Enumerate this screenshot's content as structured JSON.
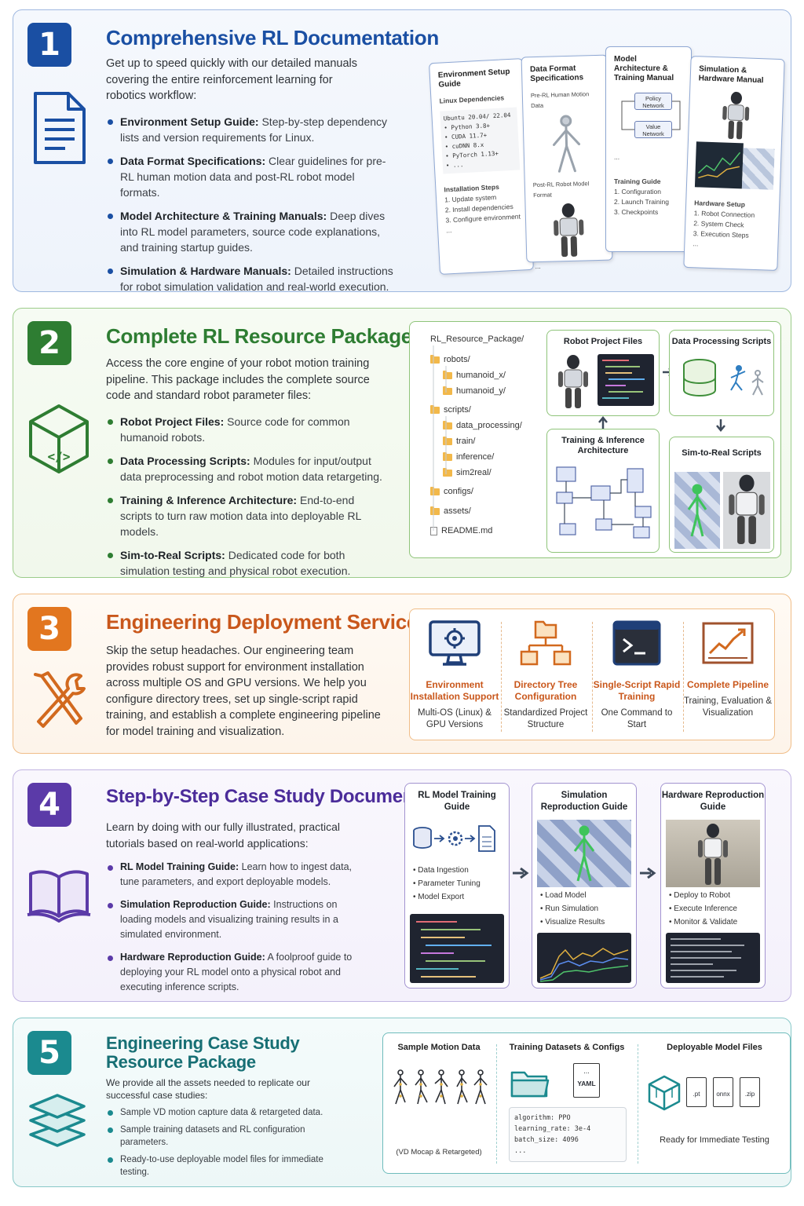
{
  "colors": {
    "s1": "#1a4fa3",
    "s2": "#2e7d32",
    "s3": "#e2761f",
    "s4": "#5b3aa8",
    "s5": "#1b8a8f"
  },
  "s1": {
    "num": "1",
    "title": "Comprehensive RL Documentation",
    "intro": "Get up to speed quickly with our detailed manuals covering the entire reinforcement learning for robotics workflow:",
    "bullets": [
      {
        "b": "Environment Setup Guide:",
        "t": " Step-by-step dependency lists and version requirements for Linux."
      },
      {
        "b": "Data Format Specifications:",
        "t": " Clear guidelines for pre-RL human motion data and post-RL robot model formats."
      },
      {
        "b": "Model Architecture & Training Manuals:",
        "t": " Deep dives into RL model parameters, source code explanations, and training startup guides."
      },
      {
        "b": "Simulation & Hardware Manuals:",
        "t": " Detailed instructions for robot simulation validation and real-world execution."
      }
    ],
    "cards": {
      "c1": {
        "title": "Environment Setup Guide",
        "sub": "Linux Dependencies",
        "code": [
          "Ubuntu 20.04/ 22.04",
          "• Python 3.8+",
          "• CUDA 11.7+",
          "• cuDNN 8.x",
          "• PyTorch 1.13+",
          "• ..."
        ],
        "steps_title": "Installation Steps",
        "steps": [
          "1. Update system",
          "2. Install dependencies",
          "3. Configure environment",
          "..."
        ]
      },
      "c2": {
        "title": "Data Format Specifications",
        "sub1": "Pre-RL Human Motion Data",
        "sub2": "Post-RL Robot Model Format",
        "more": "..."
      },
      "c3": {
        "title": "Model Architecture & Training Manual",
        "policy": "Policy Network",
        "value": "Value Network",
        "more": "...",
        "steps_title": "Training Guide",
        "steps": [
          "1. Configuration",
          "2. Launch Training",
          "3. Checkpoints"
        ]
      },
      "c4": {
        "title": "Simulation & Hardware Manual",
        "steps_title": "Hardware Setup",
        "steps": [
          "1. Robot Connection",
          "2. System Check",
          "3. Execution Steps",
          "..."
        ]
      }
    }
  },
  "s2": {
    "num": "2",
    "title": "Complete RL Resource Package",
    "intro": "Access the core engine of your robot motion training pipeline. This package includes the complete source code and standard robot parameter files:",
    "bullets": [
      {
        "b": "Robot Project Files:",
        "t": " Source code for common humanoid robots."
      },
      {
        "b": "Data Processing Scripts:",
        "t": " Modules for input/output data preprocessing and robot motion data retargeting."
      },
      {
        "b": "Training & Inference Architecture:",
        "t": " End-to-end scripts to turn raw motion data into deployable RL models."
      },
      {
        "b": "Sim-to-Real Scripts:",
        "t": " Dedicated code for both simulation testing and physical robot execution."
      }
    ],
    "tree": {
      "root": "RL_Resource_Package/",
      "robots": "robots/",
      "hx": "humanoid_x/",
      "hy": "humanoid_y/",
      "scripts": "scripts/",
      "dp": "data_processing/",
      "train": "train/",
      "inf": "inference/",
      "s2r": "sim2real/",
      "configs": "configs/",
      "assets": "assets/",
      "readme": "README.md"
    },
    "boxes": {
      "rpf": "Robot Project Files",
      "dps": "Data Processing Scripts",
      "tia": "Training & Inference Architecture",
      "s2r": "Sim-to-Real Scripts"
    }
  },
  "s3": {
    "num": "3",
    "title": "Engineering Deployment Services",
    "intro": "Skip the setup headaches. Our engineering team provides robust support for environment installation across multiple OS and GPU versions. We help you configure directory trees, set up single-script rapid training, and establish a complete engineering pipeline for model training and visualization.",
    "services": [
      {
        "t": "Environment Installation Support",
        "d": "Multi-OS (Linux) & GPU Versions",
        "icon": "monitor-gear-icon"
      },
      {
        "t": "Directory Tree Configuration",
        "d": "Standardized Project Structure",
        "icon": "folder-tree-icon"
      },
      {
        "t": "Single-Script Rapid Training",
        "d": "One Command to Start",
        "icon": "terminal-icon"
      },
      {
        "t": "Complete Pipeline",
        "d": "Training, Evaluation & Visualization",
        "icon": "chart-trend-icon"
      }
    ]
  },
  "s4": {
    "num": "4",
    "title": "Step-by-Step Case Study Documentation",
    "intro": "Learn by doing with our fully illustrated, practical tutorials based on real-world applications:",
    "bullets": [
      {
        "b": "RL Model Training Guide:",
        "t": " Learn how to ingest data, tune parameters, and export deployable models."
      },
      {
        "b": "Simulation Reproduction Guide:",
        "t": " Instructions on loading models and visualizing training results in a simulated environment."
      },
      {
        "b": "Hardware Reproduction Guide:",
        "t": " A foolproof guide to deploying your RL model onto a physical robot and executing inference scripts."
      }
    ],
    "guides": [
      {
        "title": "RL Model Training Guide",
        "items": [
          "Data Ingestion",
          "Parameter Tuning",
          "Model Export"
        ]
      },
      {
        "title": "Simulation Reproduction Guide",
        "items": [
          "Load Model",
          "Run Simulation",
          "Visualize Results"
        ]
      },
      {
        "title": "Hardware Reproduction Guide",
        "items": [
          "Deploy to Robot",
          "Execute Inference",
          "Monitor & Validate"
        ]
      }
    ]
  },
  "s5": {
    "num": "5",
    "title": "Engineering Case Study Resource Package",
    "intro": "We provide all the assets needed to replicate our successful case studies:",
    "bullets": [
      {
        "b": "",
        "t": "Sample VD motion capture data & retargeted data."
      },
      {
        "b": "",
        "t": "Sample training datasets and RL configuration parameters."
      },
      {
        "b": "",
        "t": "Ready-to-use deployable model files for immediate testing."
      }
    ],
    "cols": {
      "smd": "Sample Motion Data",
      "smd_note": "(VD Mocap & Retargeted)",
      "tdc": "Training Datasets & Configs",
      "yaml": "YAML",
      "more": "...",
      "cfg": [
        "algorithm: PPO",
        "learning_rate: 3e-4",
        "batch_size: 4096",
        "..."
      ],
      "dmf": "Deployable Model Files",
      "files": [
        ".pt",
        "onnx",
        ".zip"
      ],
      "ready": "Ready for Immediate Testing"
    }
  }
}
